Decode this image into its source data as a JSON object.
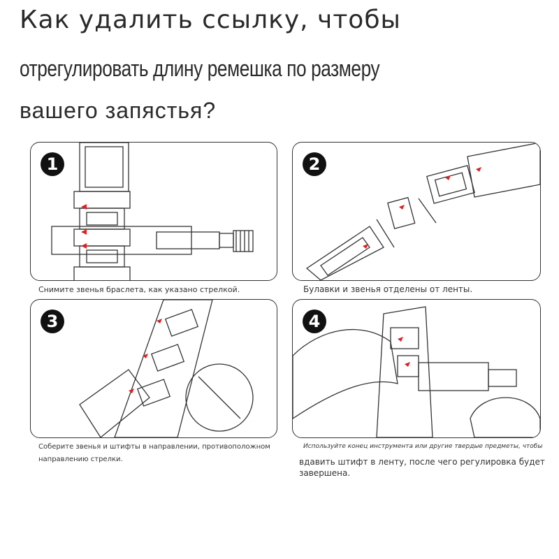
{
  "heading": {
    "line1": "Как удалить ссылку, чтобы",
    "line2": "отрегулировать длину ремешка по размеру",
    "line3": "вашего запястья?"
  },
  "steps": [
    {
      "number": "1",
      "caption": "Снимите звенья браслета, как указано стрелкой."
    },
    {
      "number": "2",
      "caption": "Булавки и звенья отделены от ленты."
    },
    {
      "number": "3",
      "caption_line1": "Соберите звенья и штифты в направлении, противоположном",
      "caption_line2": "направлению стрелки."
    },
    {
      "number": "4",
      "caption_line1": "Используйте конец инструмента или другие твердые предметы, чтобы",
      "caption_line2": "вдавить штифт в ленту, после чего регулировка будет",
      "caption_line3": "завершена."
    }
  ],
  "colors": {
    "arrow": "#e02020",
    "line": "#333333"
  }
}
